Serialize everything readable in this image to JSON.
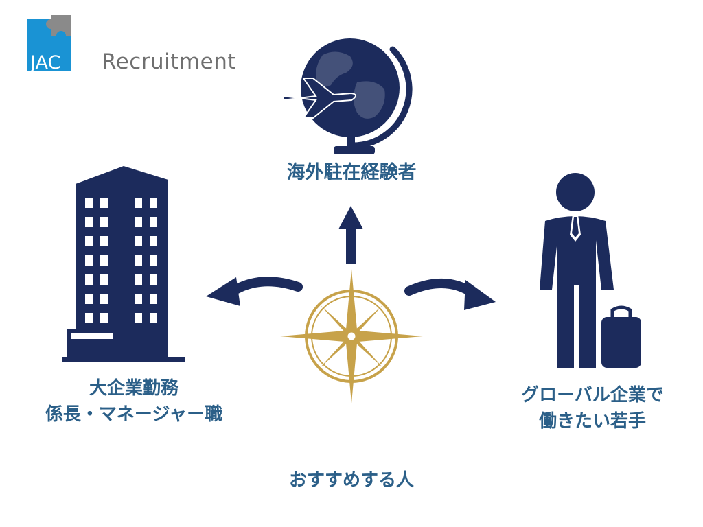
{
  "logo": {
    "mark_text": "JAC",
    "word_text": "Recruitment",
    "brand_blue": "#1a93d4",
    "puzzle_gray": "#8a8a8a"
  },
  "colors": {
    "icon_navy": "#1c2b5c",
    "label_blue": "#2b5f88",
    "compass_gold": "#c7a24a"
  },
  "diagram": {
    "center_icon": "compass-icon",
    "top": {
      "icon": "globe-airplane-icon",
      "label": "海外駐在経験者"
    },
    "left": {
      "icon": "office-building-icon",
      "label_line1": "大企業勤務",
      "label_line2": "係長・マネージャー職"
    },
    "right": {
      "icon": "businessman-suitcase-icon",
      "label_line1": "グローバル企業で",
      "label_line2": "働きたい若手"
    },
    "footer": "おすすめする人"
  }
}
